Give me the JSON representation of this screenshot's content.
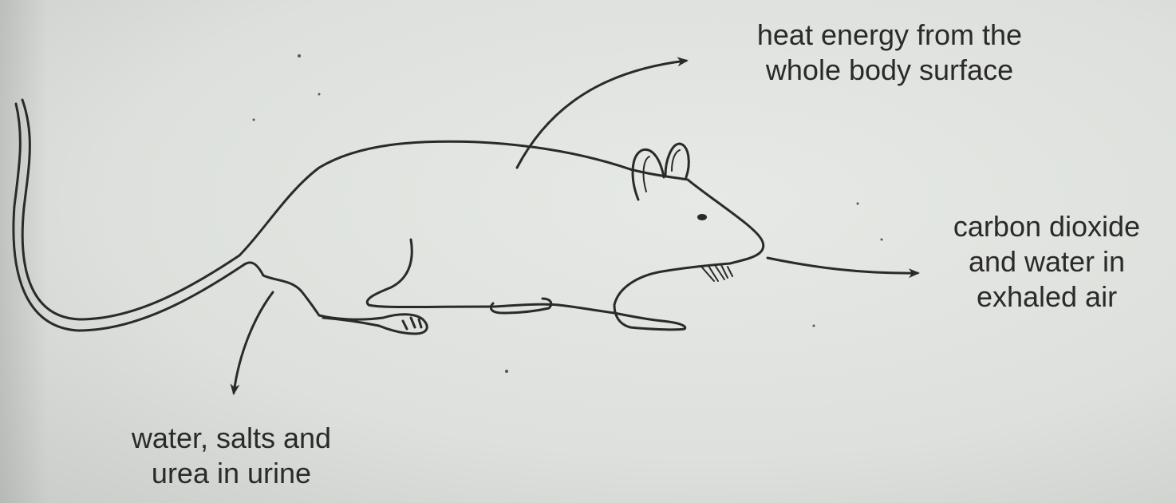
{
  "labels": {
    "heat": {
      "line1": "heat energy from the",
      "line2": "whole body surface"
    },
    "exhaled": {
      "line1": "carbon dioxide",
      "line2": "and water in",
      "line3": "exhaled air"
    },
    "urine": {
      "line1": "water, salts and",
      "line2": "urea in urine"
    }
  },
  "colors": {
    "ink": "#2a2a2a",
    "paper": "#dfe2de"
  }
}
